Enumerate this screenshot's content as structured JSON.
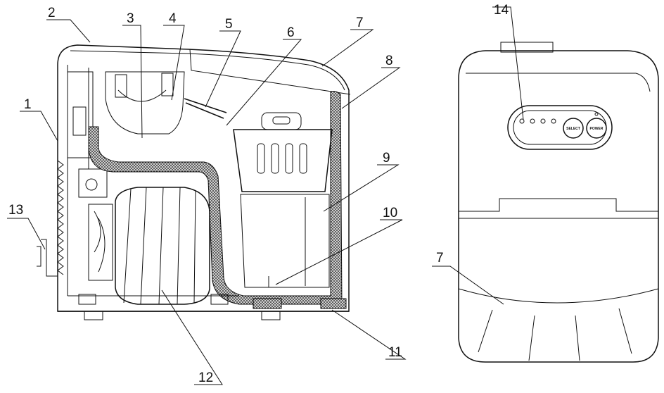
{
  "diagram": {
    "callouts": [
      "1",
      "2",
      "3",
      "4",
      "5",
      "6",
      "7",
      "8",
      "9",
      "10",
      "11",
      "12",
      "13",
      "14",
      "7"
    ],
    "panel": {
      "buttons": [
        "SELECT",
        "POWER"
      ]
    }
  }
}
